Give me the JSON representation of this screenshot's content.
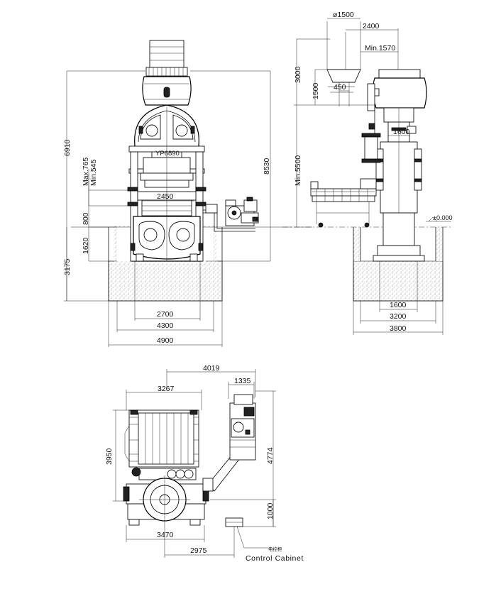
{
  "front_view": {
    "model_label": "YP6890",
    "dims": {
      "overall_height": "6910",
      "total_height": "8530",
      "stroke_max": "Max.765",
      "stroke_min": "Min.545",
      "pit_height": "800",
      "below_floor": "1620",
      "pit_depth": "3175",
      "table_width": "2450",
      "base_width": "2700",
      "pit_width": "4300",
      "foundation_width": "4900"
    }
  },
  "side_view": {
    "dims": {
      "bin_diameter": "ø1500",
      "bin_offset": "2400",
      "clearance": "Min.1570",
      "bin_height": "3000",
      "chute_height": "1500",
      "chute_offset": "450",
      "column_spacing": "1600",
      "floor_height": "Min.5500",
      "floor_level": "±0.000",
      "base_width": "1600",
      "pit_width": "3200",
      "foundation_width": "3800"
    }
  },
  "plan_view": {
    "dims": {
      "overall_length": "4019",
      "frame_width": "3267",
      "unit_width": "1335",
      "frame_depth": "3950",
      "overall_depth": "4774",
      "cabinet_offset": "1000",
      "base_width": "3470",
      "cabinet_distance": "2975"
    },
    "cabinet_label_cn": "电控柜",
    "cabinet_label": "Control  Cabinet"
  }
}
